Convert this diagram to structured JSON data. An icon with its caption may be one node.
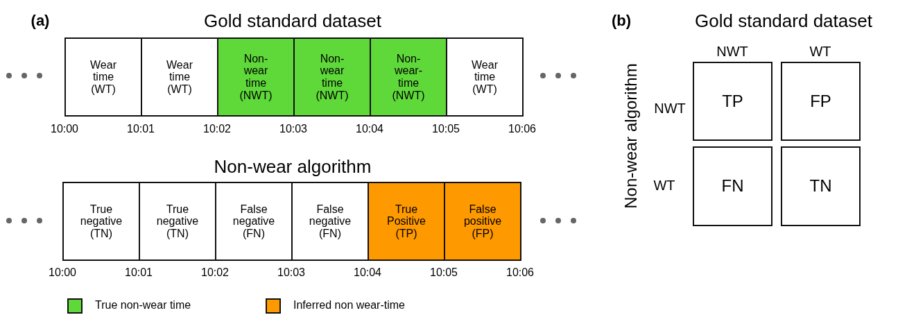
{
  "diagram": {
    "nodes": [
      {
        "text": [
          "Wear time (WT)"
        ]
      },
      {
        "text": [
          "Wear time (WT)"
        ]
      },
      {
        "text": [
          "Non-wear time (NWT)"
        ]
      },
      {
        "text": [
          "Non-wear time (NWT)"
        ]
      },
      {
        "text": [
          "Non-wear-time (NWT)"
        ]
      },
      {
        "text": [
          "Wear time (WT)"
        ]
      },
      {
        "text": [
          "True negative (TN)"
        ]
      },
      {
        "text": [
          "True negative (TN)"
        ]
      },
      {
        "text": [
          "False negative (FN)"
        ]
      },
      {
        "text": [
          "False negative (FN)"
        ]
      },
      {
        "text": [
          "True Positive (TP)"
        ]
      },
      {
        "text": [
          "False positive (FP)"
        ]
      },
      {
        "text": [
          "TP"
        ]
      },
      {
        "text": [
          "FP"
        ]
      },
      {
        "text": [
          "FN"
        ]
      },
      {
        "text": [
          "TN"
        ]
      }
    ],
    "labels": [
      "(a)",
      "Gold standard dataset",
      "(b)",
      "Gold standard dataset",
      "NWT",
      "WT",
      "NWT",
      "10:00",
      "10:01",
      "10:02",
      "10:03",
      "10:04",
      "10:05",
      "10:06",
      "Non-wear algorithm",
      "WT",
      "10:00",
      "10:01",
      "10:02",
      "10:03",
      "10:04",
      "10:05",
      "10:06",
      "Non-wear algorithm"
    ],
    "legend": [
      {
        "text": "True non-wear time",
        "color": "#5fd83a"
      },
      {
        "text": "Inferred non wear-time",
        "color": "#ff9900"
      }
    ]
  }
}
